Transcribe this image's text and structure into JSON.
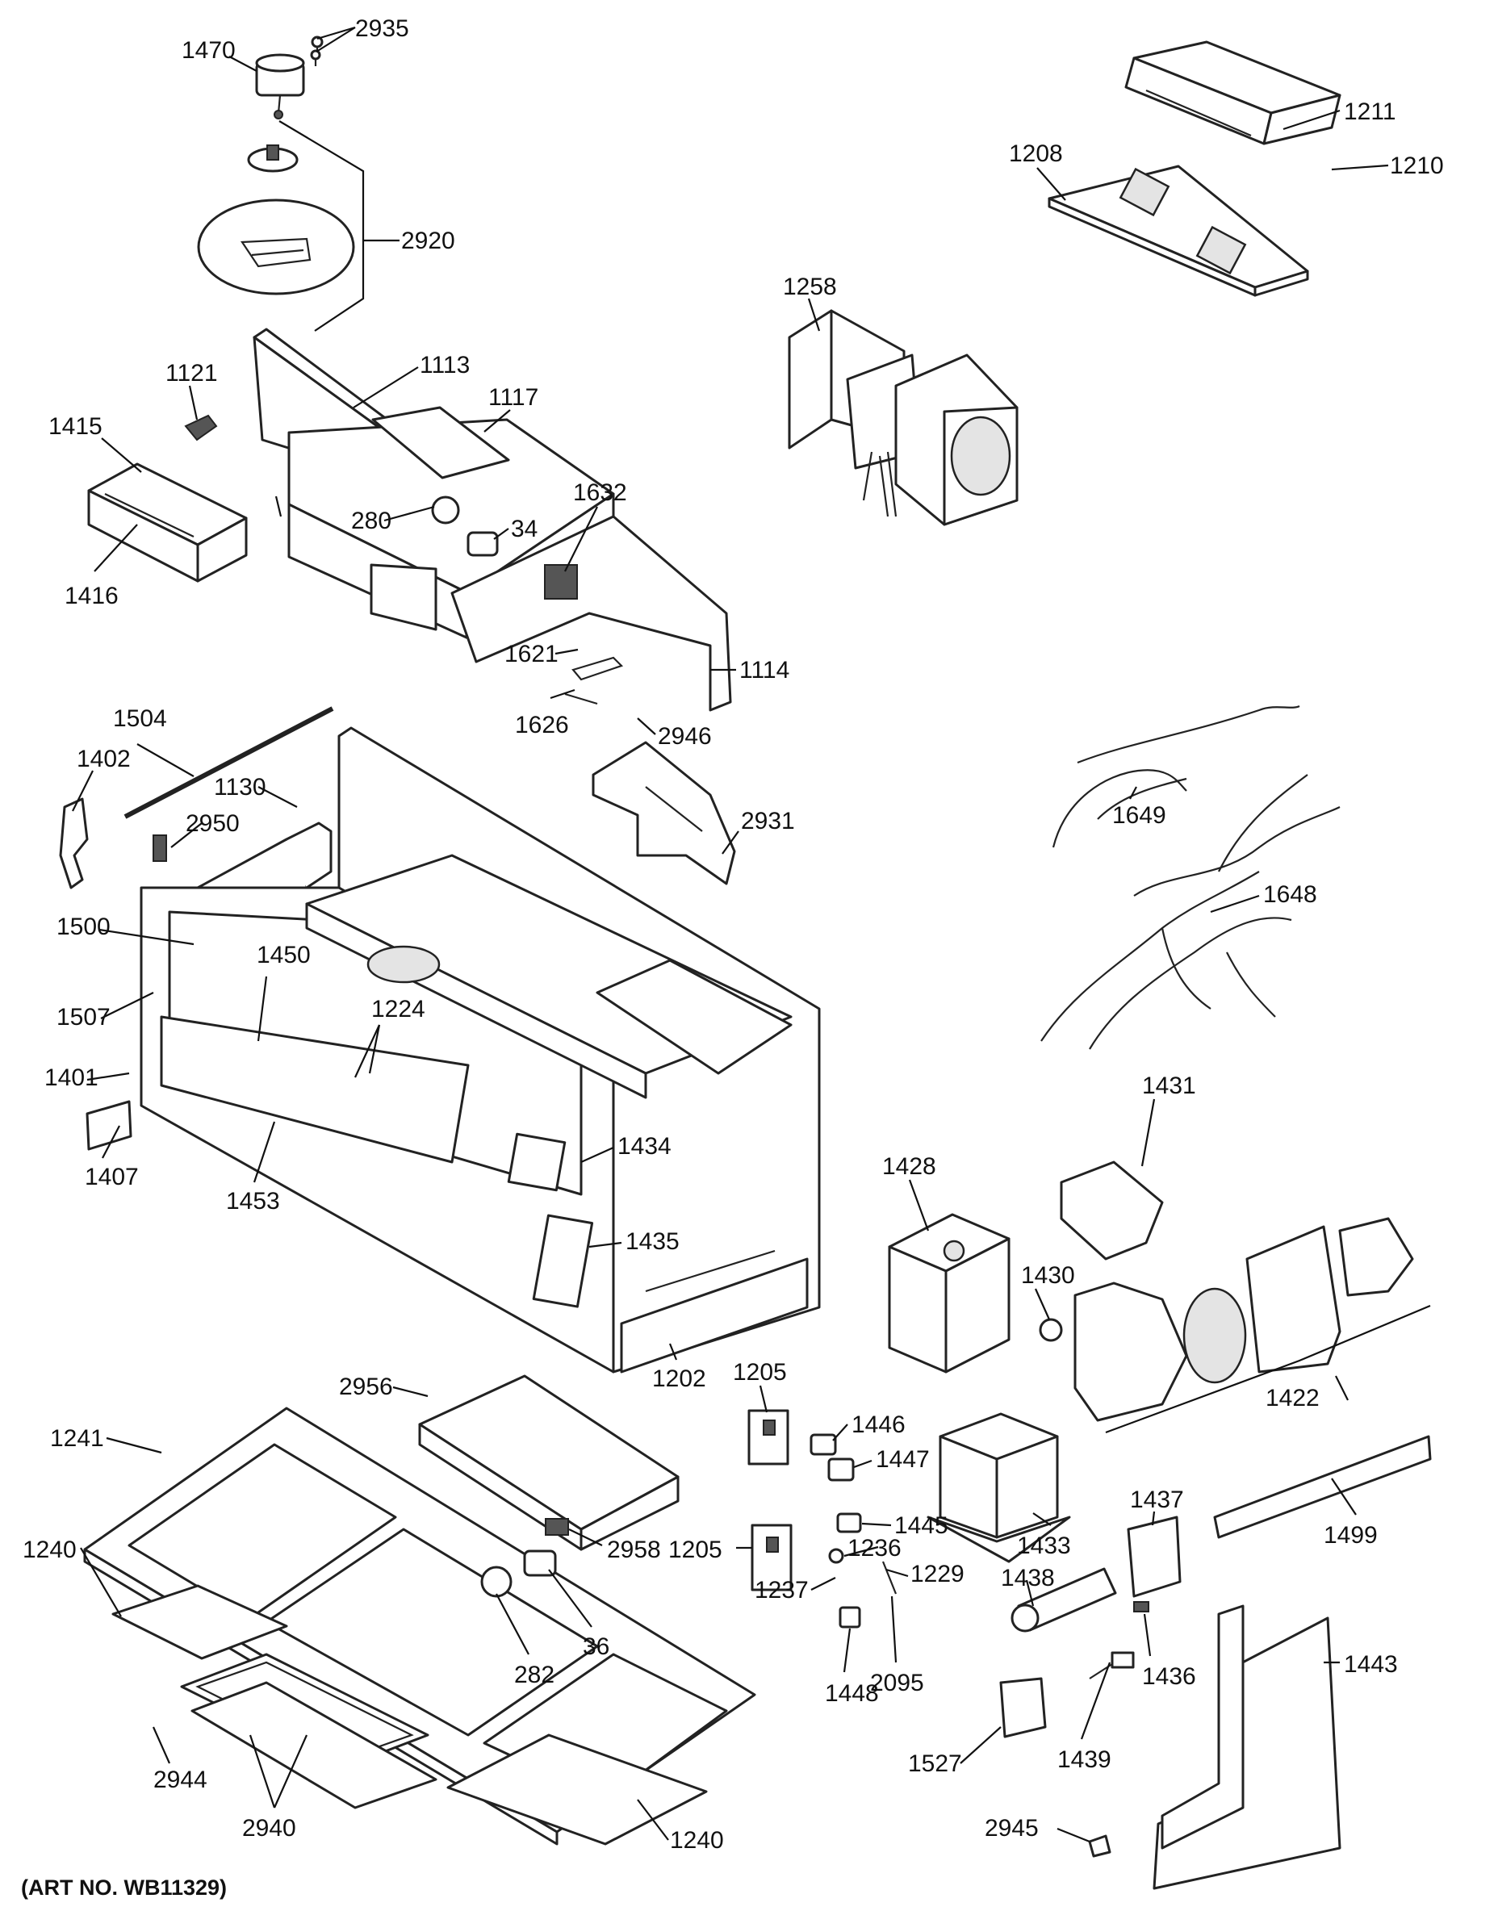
{
  "diagram": {
    "art_number": "(ART NO. WB11329)",
    "callouts": {
      "c1470": "1470",
      "c2935": "2935",
      "c2920": "2920",
      "c1211": "1211",
      "c1210": "1210",
      "c1208": "1208",
      "c1258": "1258",
      "c1113": "1113",
      "c1121": "1121",
      "c1117": "1117",
      "c1415": "1415",
      "c280": "280",
      "c34": "34",
      "c1632": "1632",
      "c1416": "1416",
      "c1621": "1621",
      "c1114": "1114",
      "c1626": "1626",
      "c2946": "2946",
      "c1504": "1504",
      "c1402": "1402",
      "c1130": "1130",
      "c2950": "2950",
      "c2931": "2931",
      "c1649": "1649",
      "c1500": "1500",
      "c1450": "1450",
      "c1224": "1224",
      "c1648": "1648",
      "c1507": "1507",
      "c1401": "1401",
      "c1407": "1407",
      "c1453": "1453",
      "c1434": "1434",
      "c1431": "1431",
      "c1428": "1428",
      "c1435": "1435",
      "c1430": "1430",
      "c1202": "1202",
      "c1205a": "1205",
      "c2956": "2956",
      "c1241": "1241",
      "c1446": "1446",
      "c1447": "1447",
      "c1422": "1422",
      "c1499": "1499",
      "c2958": "2958",
      "c1205b": "1205",
      "c1445": "1445",
      "c1433": "1433",
      "c1437": "1437",
      "c1240a": "1240",
      "c1236": "1236",
      "c1229": "1229",
      "c1438": "1438",
      "c1237": "1237",
      "c36": "36",
      "c282": "282",
      "c2095": "2095",
      "c1443": "1443",
      "c1436": "1436",
      "c1448": "1448",
      "c1439": "1439",
      "c1527": "1527",
      "c2944": "2944",
      "c2940": "2940",
      "c1240b": "1240",
      "c2945": "2945"
    }
  }
}
